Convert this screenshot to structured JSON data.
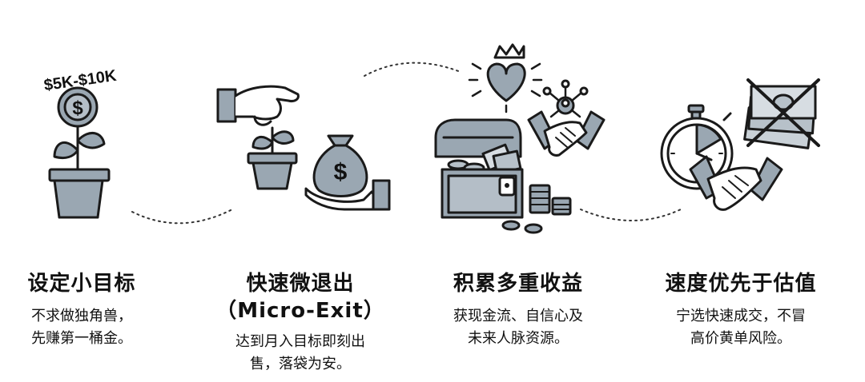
{
  "icons": {
    "step1": "money-plant-icon",
    "step2": "plant-and-money-bag-icon",
    "step3": "treasure-chest-handshake-icon",
    "step4": "stopwatch-handshake-icon"
  },
  "plant_badge": "$5K-$10K",
  "colors": {
    "fill": "#9aa7b2",
    "stroke": "#1a1a1a"
  },
  "steps": [
    {
      "title": "设定小目标",
      "desc": [
        "不求做独角兽，",
        "先赚第一桶金。"
      ]
    },
    {
      "title": "快速微退出",
      "subtitle": "（Micro-Exit）",
      "desc": [
        "达到月入目标即刻出",
        "售，落袋为安。"
      ]
    },
    {
      "title": "积累多重收益",
      "desc": [
        "获现金流、自信心及",
        "未来人脉资源。"
      ]
    },
    {
      "title": "速度优先于估值",
      "desc": [
        "宁选快速成交，不冒",
        "高价黄单风险。"
      ]
    }
  ]
}
